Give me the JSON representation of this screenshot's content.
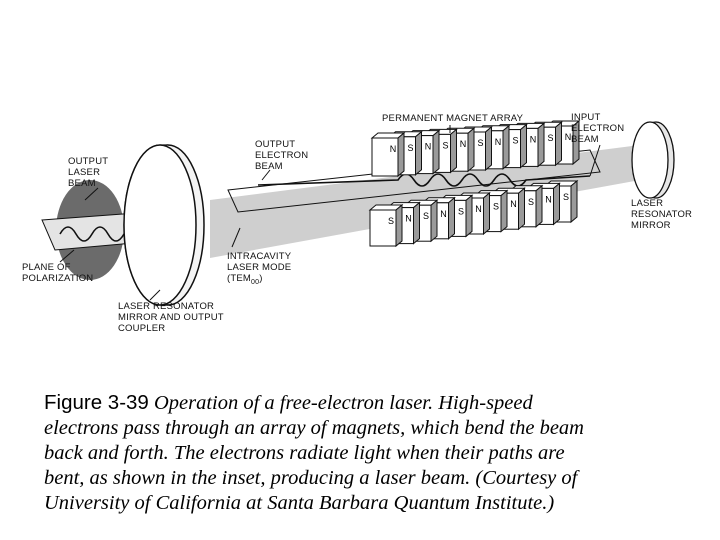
{
  "diagram": {
    "labels": {
      "permanent_magnet_array": "PERMANENT MAGNET ARRAY",
      "input_electron_beam": [
        "INPUT",
        "ELECTRON",
        "BEAM"
      ],
      "output_electron_beam": [
        "OUTPUT",
        "ELECTRON",
        "BEAM"
      ],
      "output_laser_beam": [
        "OUTPUT",
        "LASER",
        "BEAM"
      ],
      "laser_resonator_mirror": [
        "LASER",
        "RESONATOR",
        "MIRROR"
      ],
      "intracavity_laser_mode": [
        "INTRACAVITY",
        "LASER MODE",
        "(TEM",
        "00",
        ")"
      ],
      "plane_of_polarization": [
        "PLANE OF",
        "POLARIZATION"
      ],
      "output_coupler": [
        "LASER RESONATOR",
        "MIRROR AND OUTPUT",
        "COUPLER"
      ]
    },
    "top_magnet_poles": [
      "N",
      "S",
      "N",
      "S",
      "N",
      "S",
      "N",
      "S",
      "N",
      "S",
      "N"
    ],
    "bottom_magnet_poles": [
      "S",
      "N",
      "S",
      "N",
      "S",
      "N",
      "S",
      "N",
      "S",
      "N",
      "S"
    ]
  },
  "caption": {
    "figure_label": "Figure 3-39",
    "lines": [
      " Operation of a free-electron laser.  High-speed",
      "electrons pass through an array of magnets, which bend the beam",
      "back and forth.  The electrons radiate light when their paths are",
      "bent, as shown in the inset, producing a laser beam. (Courtesy of",
      "University of California at Santa Barbara Quantum Institute.)"
    ]
  }
}
